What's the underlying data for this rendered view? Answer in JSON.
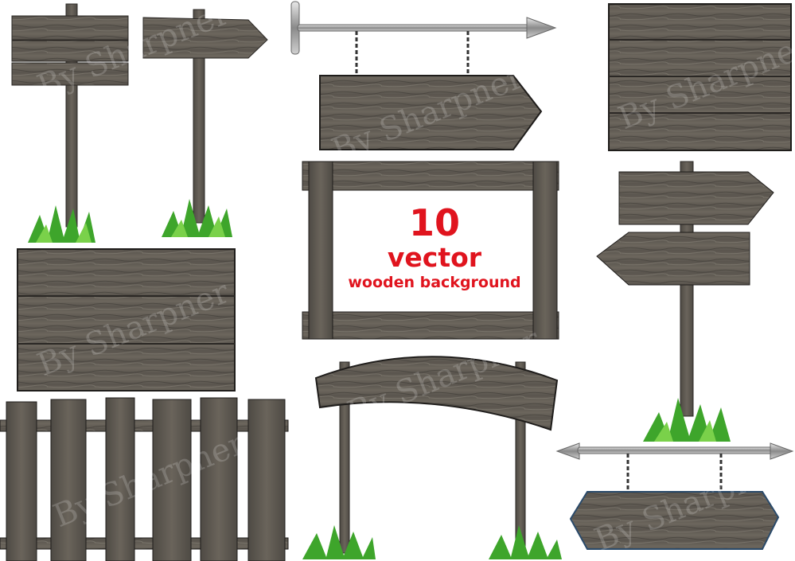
{
  "caption": {
    "number": "10",
    "line1": "vector",
    "line2": "wooden background"
  },
  "watermark": "By Sharpner",
  "colors": {
    "wood_dark": "#4a4640",
    "wood_mid": "#66615a",
    "wood_light": "#7d776e",
    "metal": "#9a9a9a",
    "grass": "#3ea52b",
    "caption_red": "#e0141e"
  }
}
